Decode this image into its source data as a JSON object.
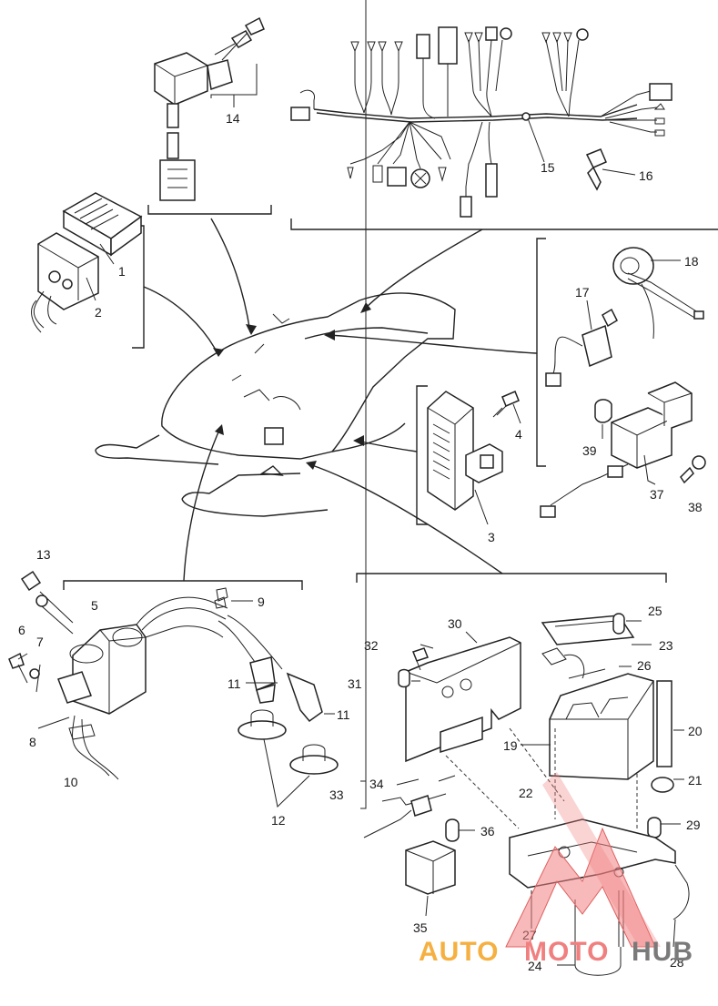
{
  "labels": {
    "p1": "1",
    "p2": "2",
    "p3": "3",
    "p4": "4",
    "p5": "5",
    "p6": "6",
    "p7": "7",
    "p8": "8",
    "p9": "9",
    "p10": "10",
    "p11a": "11",
    "p11b": "11",
    "p12": "12",
    "p13": "13",
    "p14": "14",
    "p15": "15",
    "p16": "16",
    "p17": "17",
    "p18": "18",
    "p19": "19",
    "p20": "20",
    "p21": "21",
    "p22": "22",
    "p23": "23",
    "p24": "24",
    "p25": "25",
    "p26": "26",
    "p27": "27",
    "p28": "28",
    "p29": "29",
    "p30": "30",
    "p31": "31",
    "p32": "32",
    "p33": "33",
    "p34": "34",
    "p35": "35",
    "p36": "36",
    "p37": "37",
    "p38": "38",
    "p39": "39"
  },
  "watermark": {
    "part_auto": "AUTO",
    "part_moto": "MOTO",
    "part_hub": "HUB",
    "color_auto": "#f5b041",
    "color_moto": "#f08080",
    "color_hub": "#7a7a7a"
  }
}
